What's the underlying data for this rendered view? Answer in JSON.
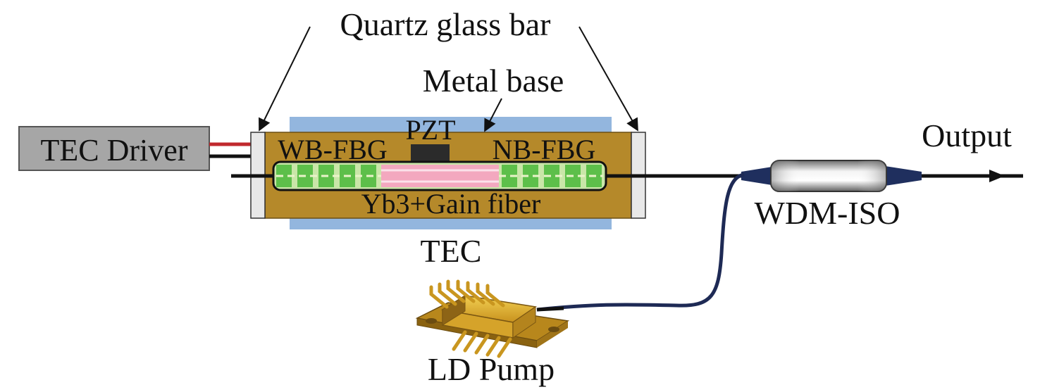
{
  "labels": {
    "quartz_glass_bar": "Quartz glass bar",
    "metal_base": "Metal base",
    "pzt": "PZT",
    "wb_fbg": "WB-FBG",
    "nb_fbg": "NB-FBG",
    "gain_fiber": "Yb3+Gain fiber",
    "tec": "TEC",
    "tec_driver": "TEC Driver",
    "output": "Output",
    "wdm_iso": "WDM-ISO",
    "ld_pump": "LD Pump"
  },
  "colors": {
    "tec_plate": "#93b6de",
    "metal_base": "#b5892a",
    "quartz": "#e8e8e8",
    "fbg_green": "#5dbf4a",
    "fbg_light": "#c9e6a8",
    "gain_pink": "#f3a8bf",
    "pzt": "#2b2b2b",
    "driver_box": "#a6a6a6",
    "wire_red": "#c0282d",
    "pump_fiber": "#1e2a55",
    "ld_gold": "#d9a72a"
  }
}
